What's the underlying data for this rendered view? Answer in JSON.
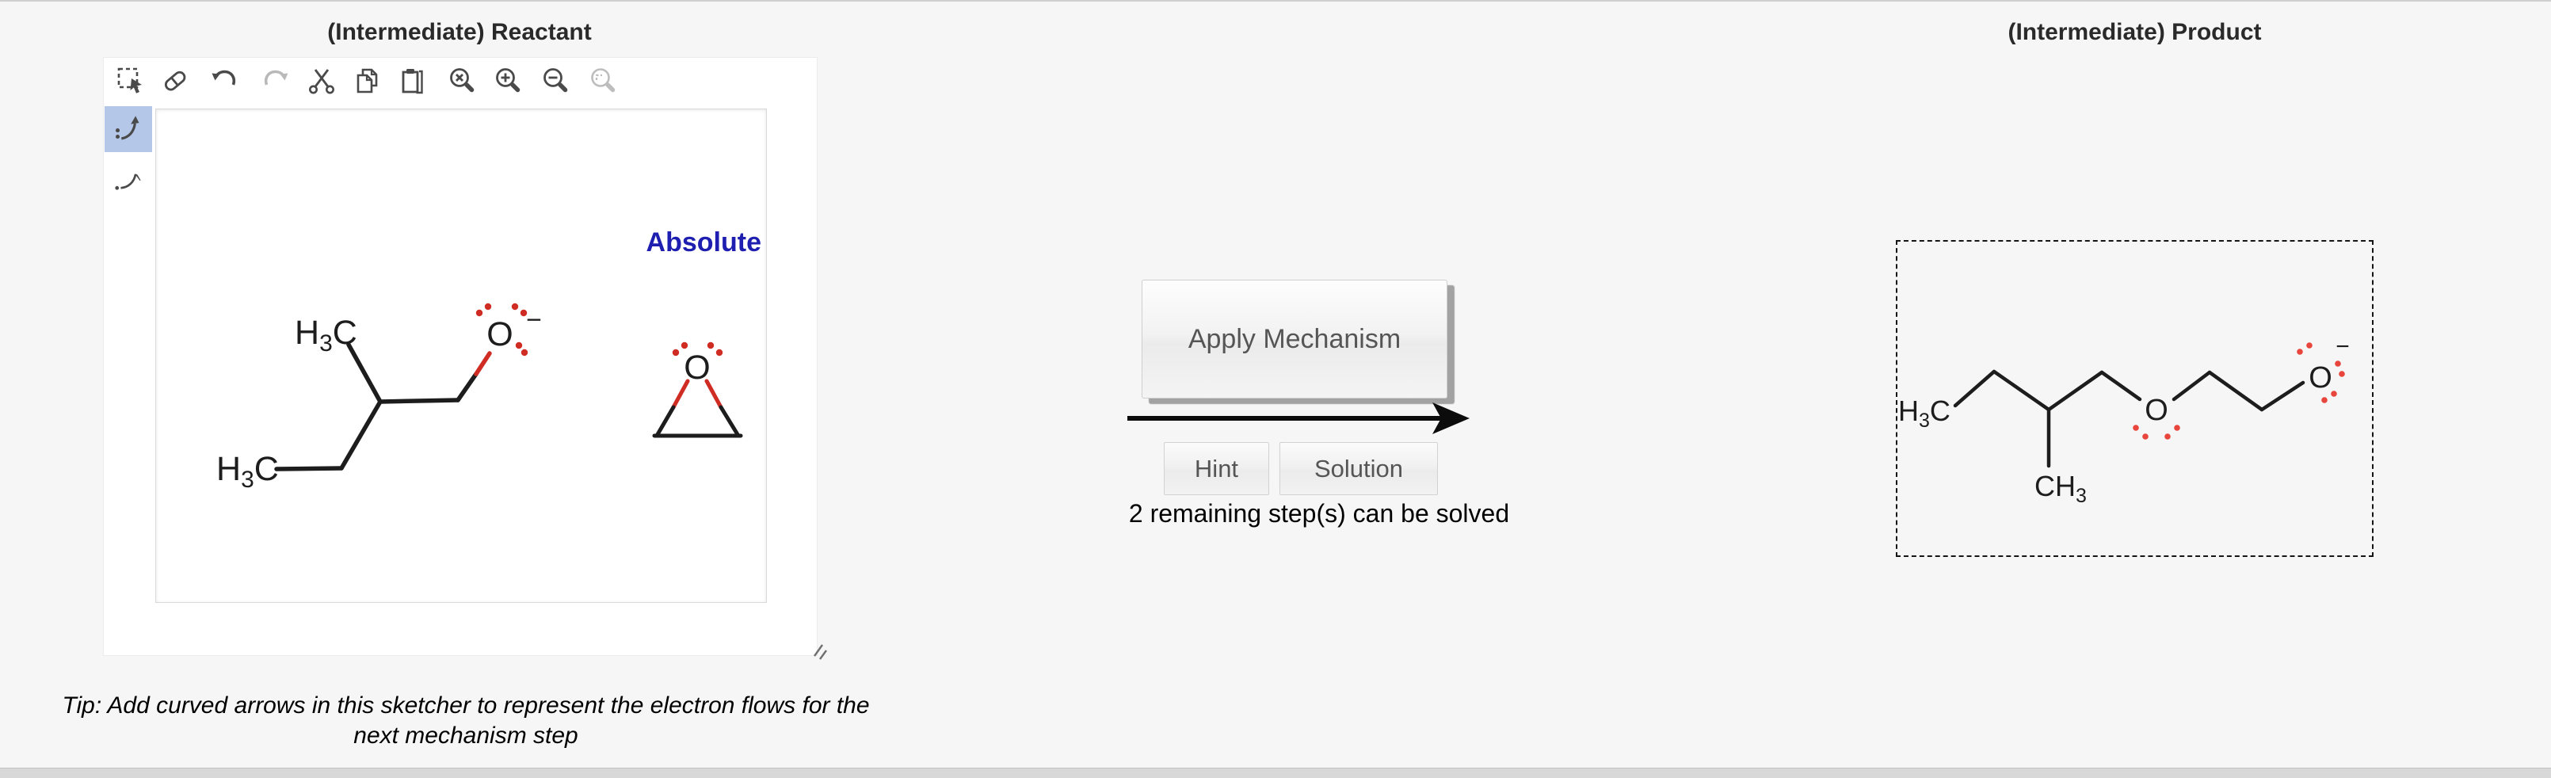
{
  "colors": {
    "atom_red": "#cf2c24",
    "stereo_blue": "#1e1eb0",
    "bond_black": "#1d1d1d",
    "selected_tool_bg": "#b5c7e8",
    "page_bg": "#f6f6f6"
  },
  "reactant_panel": {
    "title": "(Intermediate) Reactant",
    "stereo_flag": "Absolute",
    "toolbar_icons": [
      "marquee-select-icon",
      "eraser-icon",
      "undo-icon",
      "redo-icon",
      "cut-icon",
      "copy-icon",
      "paste-icon",
      "zoom-reset-icon",
      "zoom-in-icon",
      "zoom-out-icon",
      "zoom-region-icon"
    ],
    "side_tools": [
      "curved-arrow-electron-pair-icon",
      "curved-arrow-single-electron-icon"
    ],
    "molecule": {
      "alkoxide": {
        "methyl_top": {
          "t1": "H",
          "sub": "3",
          "t2": "C"
        },
        "methyl_bottom": {
          "t1": "H",
          "sub": "3",
          "t2": "C"
        },
        "oxygen": "O",
        "charge": "−"
      },
      "epoxide": {
        "oxygen": "O"
      }
    }
  },
  "center_controls": {
    "apply_button": "Apply Mechanism",
    "hint_button": "Hint",
    "solution_button": "Solution",
    "status_text": "2 remaining step(s) can be solved"
  },
  "product_panel": {
    "title": "(Intermediate) Product",
    "molecule": {
      "methyl_left": {
        "t1": "H",
        "sub": "3",
        "t2": "C"
      },
      "methyl_branch": {
        "t1": "CH",
        "sub": "3"
      },
      "ether_oxygen": "O",
      "alkoxide_oxygen": "O",
      "charge": "−"
    }
  },
  "tip": {
    "line1": "Tip: Add curved arrows in this sketcher to represent the electron flows for the",
    "line2": "next mechanism step"
  }
}
